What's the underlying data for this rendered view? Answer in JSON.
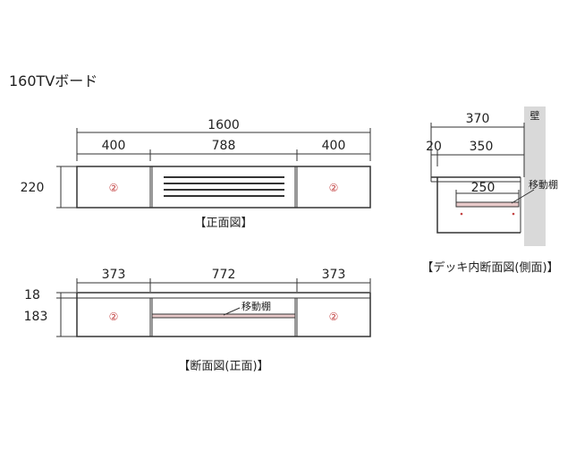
{
  "title": "160TVボード",
  "colors": {
    "line": "#333333",
    "wall": "#d9d9d9",
    "shelf": "#e8c9c9",
    "marker": "#c44444"
  },
  "front": {
    "caption": "【正面図】",
    "total": "1600",
    "left_width": "400",
    "center_width": "788",
    "right_width": "400",
    "height": "220",
    "markers": [
      "②",
      "②"
    ]
  },
  "section": {
    "caption": "【断面図(正面)】",
    "left_width": "373",
    "center_width": "772",
    "right_width": "373",
    "top_thickness": "18",
    "inner_height": "183",
    "shelf_label": "移動棚",
    "markers": [
      "②",
      "②"
    ]
  },
  "side": {
    "caption": "【デッキ内断面図(側面)】",
    "depth": "370",
    "gap": "20",
    "inner_depth": "350",
    "shelf_depth": "250",
    "shelf_label": "移動棚",
    "wall_label": "壁"
  }
}
